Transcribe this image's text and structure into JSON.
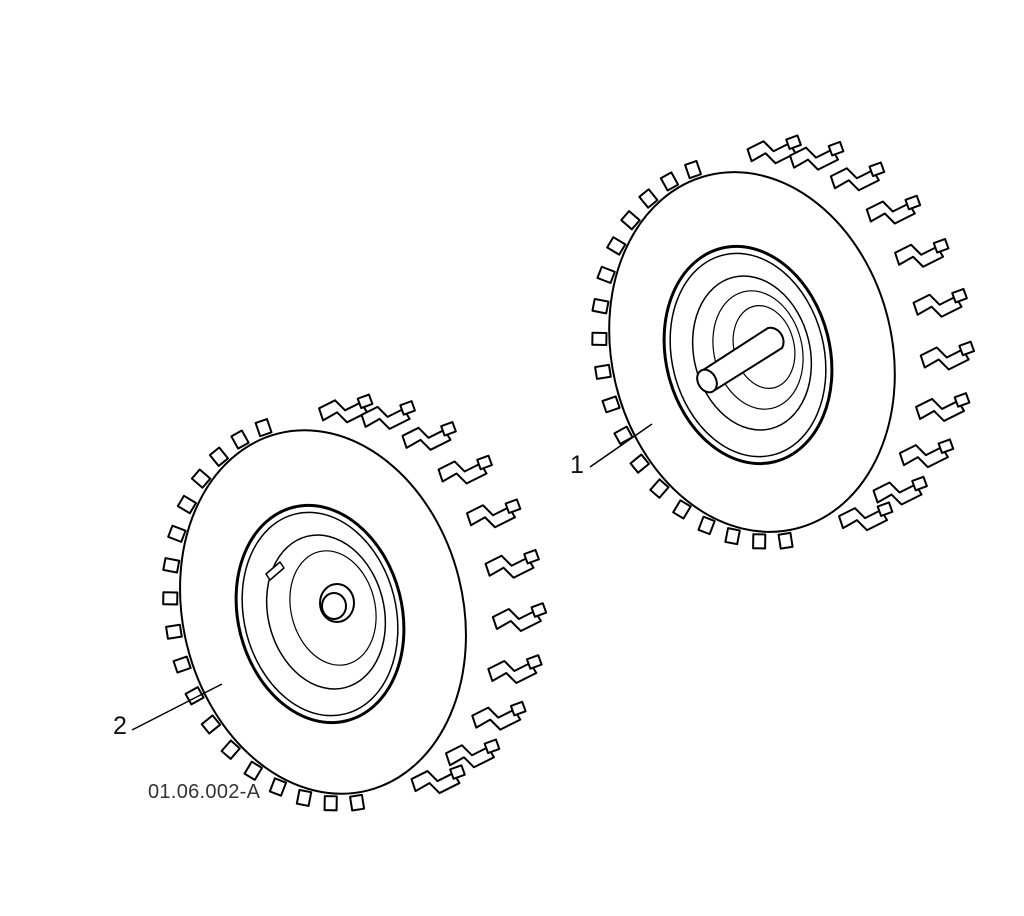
{
  "diagram": {
    "reference_code": "01.06.002-A",
    "callouts": [
      {
        "label": "1",
        "part": "wheel-with-axle"
      },
      {
        "label": "2",
        "part": "wheel-with-hub"
      }
    ],
    "colors": {
      "line": "#000000",
      "fill": "#ffffff"
    }
  }
}
